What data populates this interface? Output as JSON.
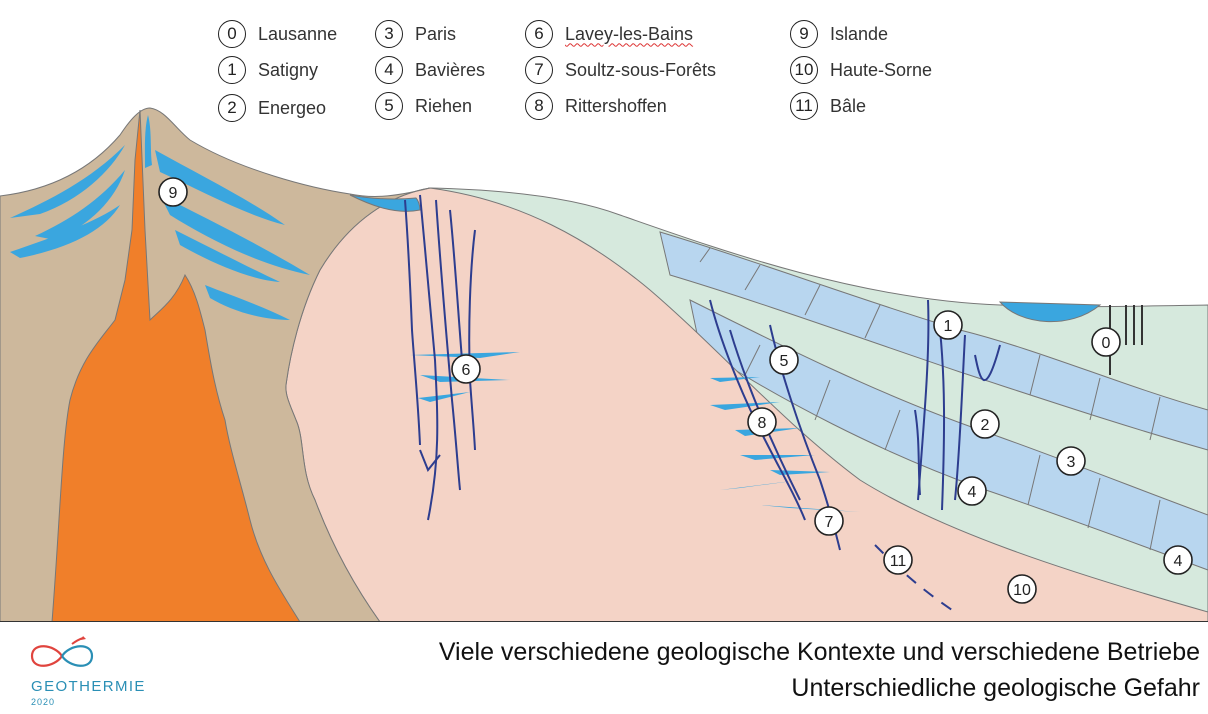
{
  "legend": [
    {
      "num": "0",
      "label": "Lausanne"
    },
    {
      "num": "1",
      "label": "Satigny"
    },
    {
      "num": "2",
      "label": "Energeo"
    },
    {
      "num": "3",
      "label": "Paris"
    },
    {
      "num": "4",
      "label": "Bavières"
    },
    {
      "num": "5",
      "label": "Riehen"
    },
    {
      "num": "6",
      "label": "Lavey-les-Bains"
    },
    {
      "num": "7",
      "label": "Soultz-sous-Forêts"
    },
    {
      "num": "8",
      "label": "Rittershoffen"
    },
    {
      "num": "9",
      "label": "Islande"
    },
    {
      "num": "10",
      "label": "Haute-Sorne"
    },
    {
      "num": "11",
      "label": "Bâle"
    }
  ],
  "markers": {
    "m0": "0",
    "m1": "1",
    "m2": "2",
    "m3": "3",
    "m4a": "4",
    "m4b": "4",
    "m5": "5",
    "m6": "6",
    "m7": "7",
    "m8": "8",
    "m9": "9",
    "m10": "10",
    "m11": "11"
  },
  "caption": {
    "line1": "Viele verschiedene geologische Kontexte und verschiedene Betriebe",
    "line2": "Unterschiedliche geologische Gefahr"
  },
  "logo": {
    "word": "GEOTHERMIE",
    "year": "2020",
    "colors": {
      "red": "#e0443e",
      "blue": "#2a8fb5"
    }
  },
  "colors": {
    "volcano_rock": "#cdb89c",
    "magma": "#f07f2a",
    "granite": "#f4d3c6",
    "sediment_green": "#d6e9dd",
    "aquifer_blue": "#b8d6ef",
    "water": "#3aa6df",
    "fault": "#2d3d8f"
  }
}
